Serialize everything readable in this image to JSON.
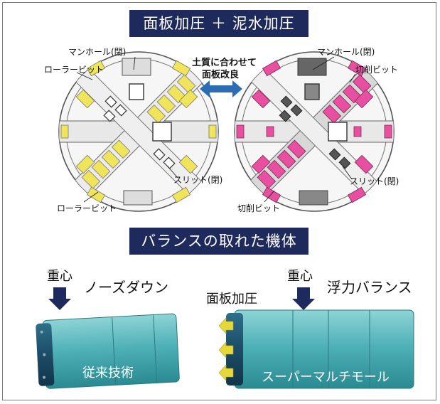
{
  "top_banner": "面板加圧 ＋ 泥水加圧",
  "bottom_banner": "バランスの取れた機体",
  "center_note": [
    "土質に合わせて",
    "面板改良"
  ],
  "left_cutter": {
    "manhole": "マンホール(閉)",
    "roller_bit_top": "ローラービット",
    "roller_bit_bottom": "ローラービット",
    "slit": "スリット(閉)"
  },
  "right_cutter": {
    "manhole": "マンホール(閉)",
    "cutting_bit_top": "切削ビット",
    "cutting_bit_bottom": "切削ビット",
    "slit": "スリット(閉)"
  },
  "left_machine": {
    "center_of_gravity": "重心",
    "state": "ノーズダウン",
    "name": "従来技術"
  },
  "right_machine": {
    "center_of_gravity": "重心",
    "face_pressure": "面板加圧",
    "state": "浮力バランス",
    "name": "スーパーマルチモール"
  },
  "colors": {
    "banner": "#1f2a5c",
    "arrow_blue": "#2a6db5",
    "roller_bit": "#f0e45a",
    "cutting_bit": "#e84fa0",
    "machine_body": "#3fa8b0",
    "pressure_arrow": "#e6d83a"
  }
}
